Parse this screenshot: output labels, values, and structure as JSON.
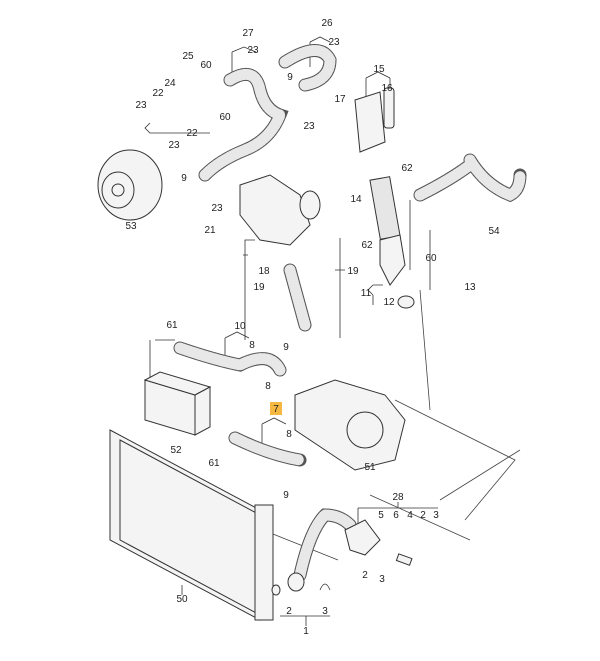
{
  "diagram": {
    "highlight_color": "#f5b942",
    "labels": [
      "26",
      "23",
      "27",
      "23",
      "25",
      "60",
      "24",
      "22",
      "23",
      "60",
      "22",
      "23",
      "9",
      "23",
      "17",
      "15",
      "16",
      "9",
      "23",
      "53",
      "21",
      "62",
      "14",
      "54",
      "62",
      "60",
      "19",
      "18",
      "19",
      "11",
      "13",
      "12",
      "61",
      "10",
      "8",
      "9",
      "8",
      "7",
      "8",
      "52",
      "61",
      "51",
      "9",
      "28",
      "5",
      "6",
      "4",
      "2",
      "3",
      "2",
      "3",
      "50",
      "2",
      "3",
      "1"
    ]
  }
}
